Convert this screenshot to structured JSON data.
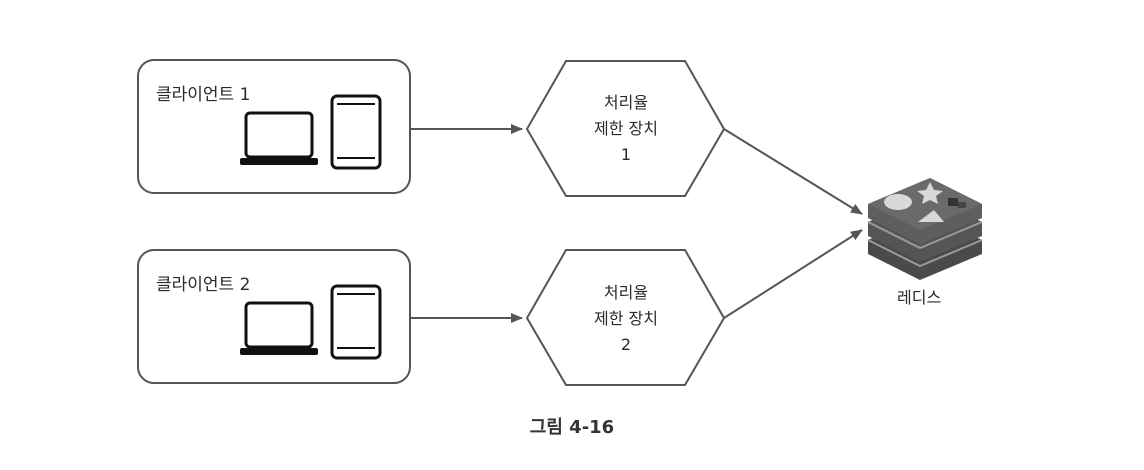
{
  "clients": [
    {
      "label": "클라이언트 1"
    },
    {
      "label": "클라이언트 2"
    }
  ],
  "limiters": [
    {
      "lines": [
        "처리율",
        "제한 장치",
        "1"
      ]
    },
    {
      "lines": [
        "처리율",
        "제한 장치",
        "2"
      ]
    }
  ],
  "store": {
    "label": "레디스",
    "icon": "redis-logo-icon"
  },
  "caption": "그림 4-16",
  "colors": {
    "stroke": "#555555",
    "arrow": "#555555",
    "redis_dark": "#5a5a5a",
    "redis_light": "#bdbdbd"
  }
}
